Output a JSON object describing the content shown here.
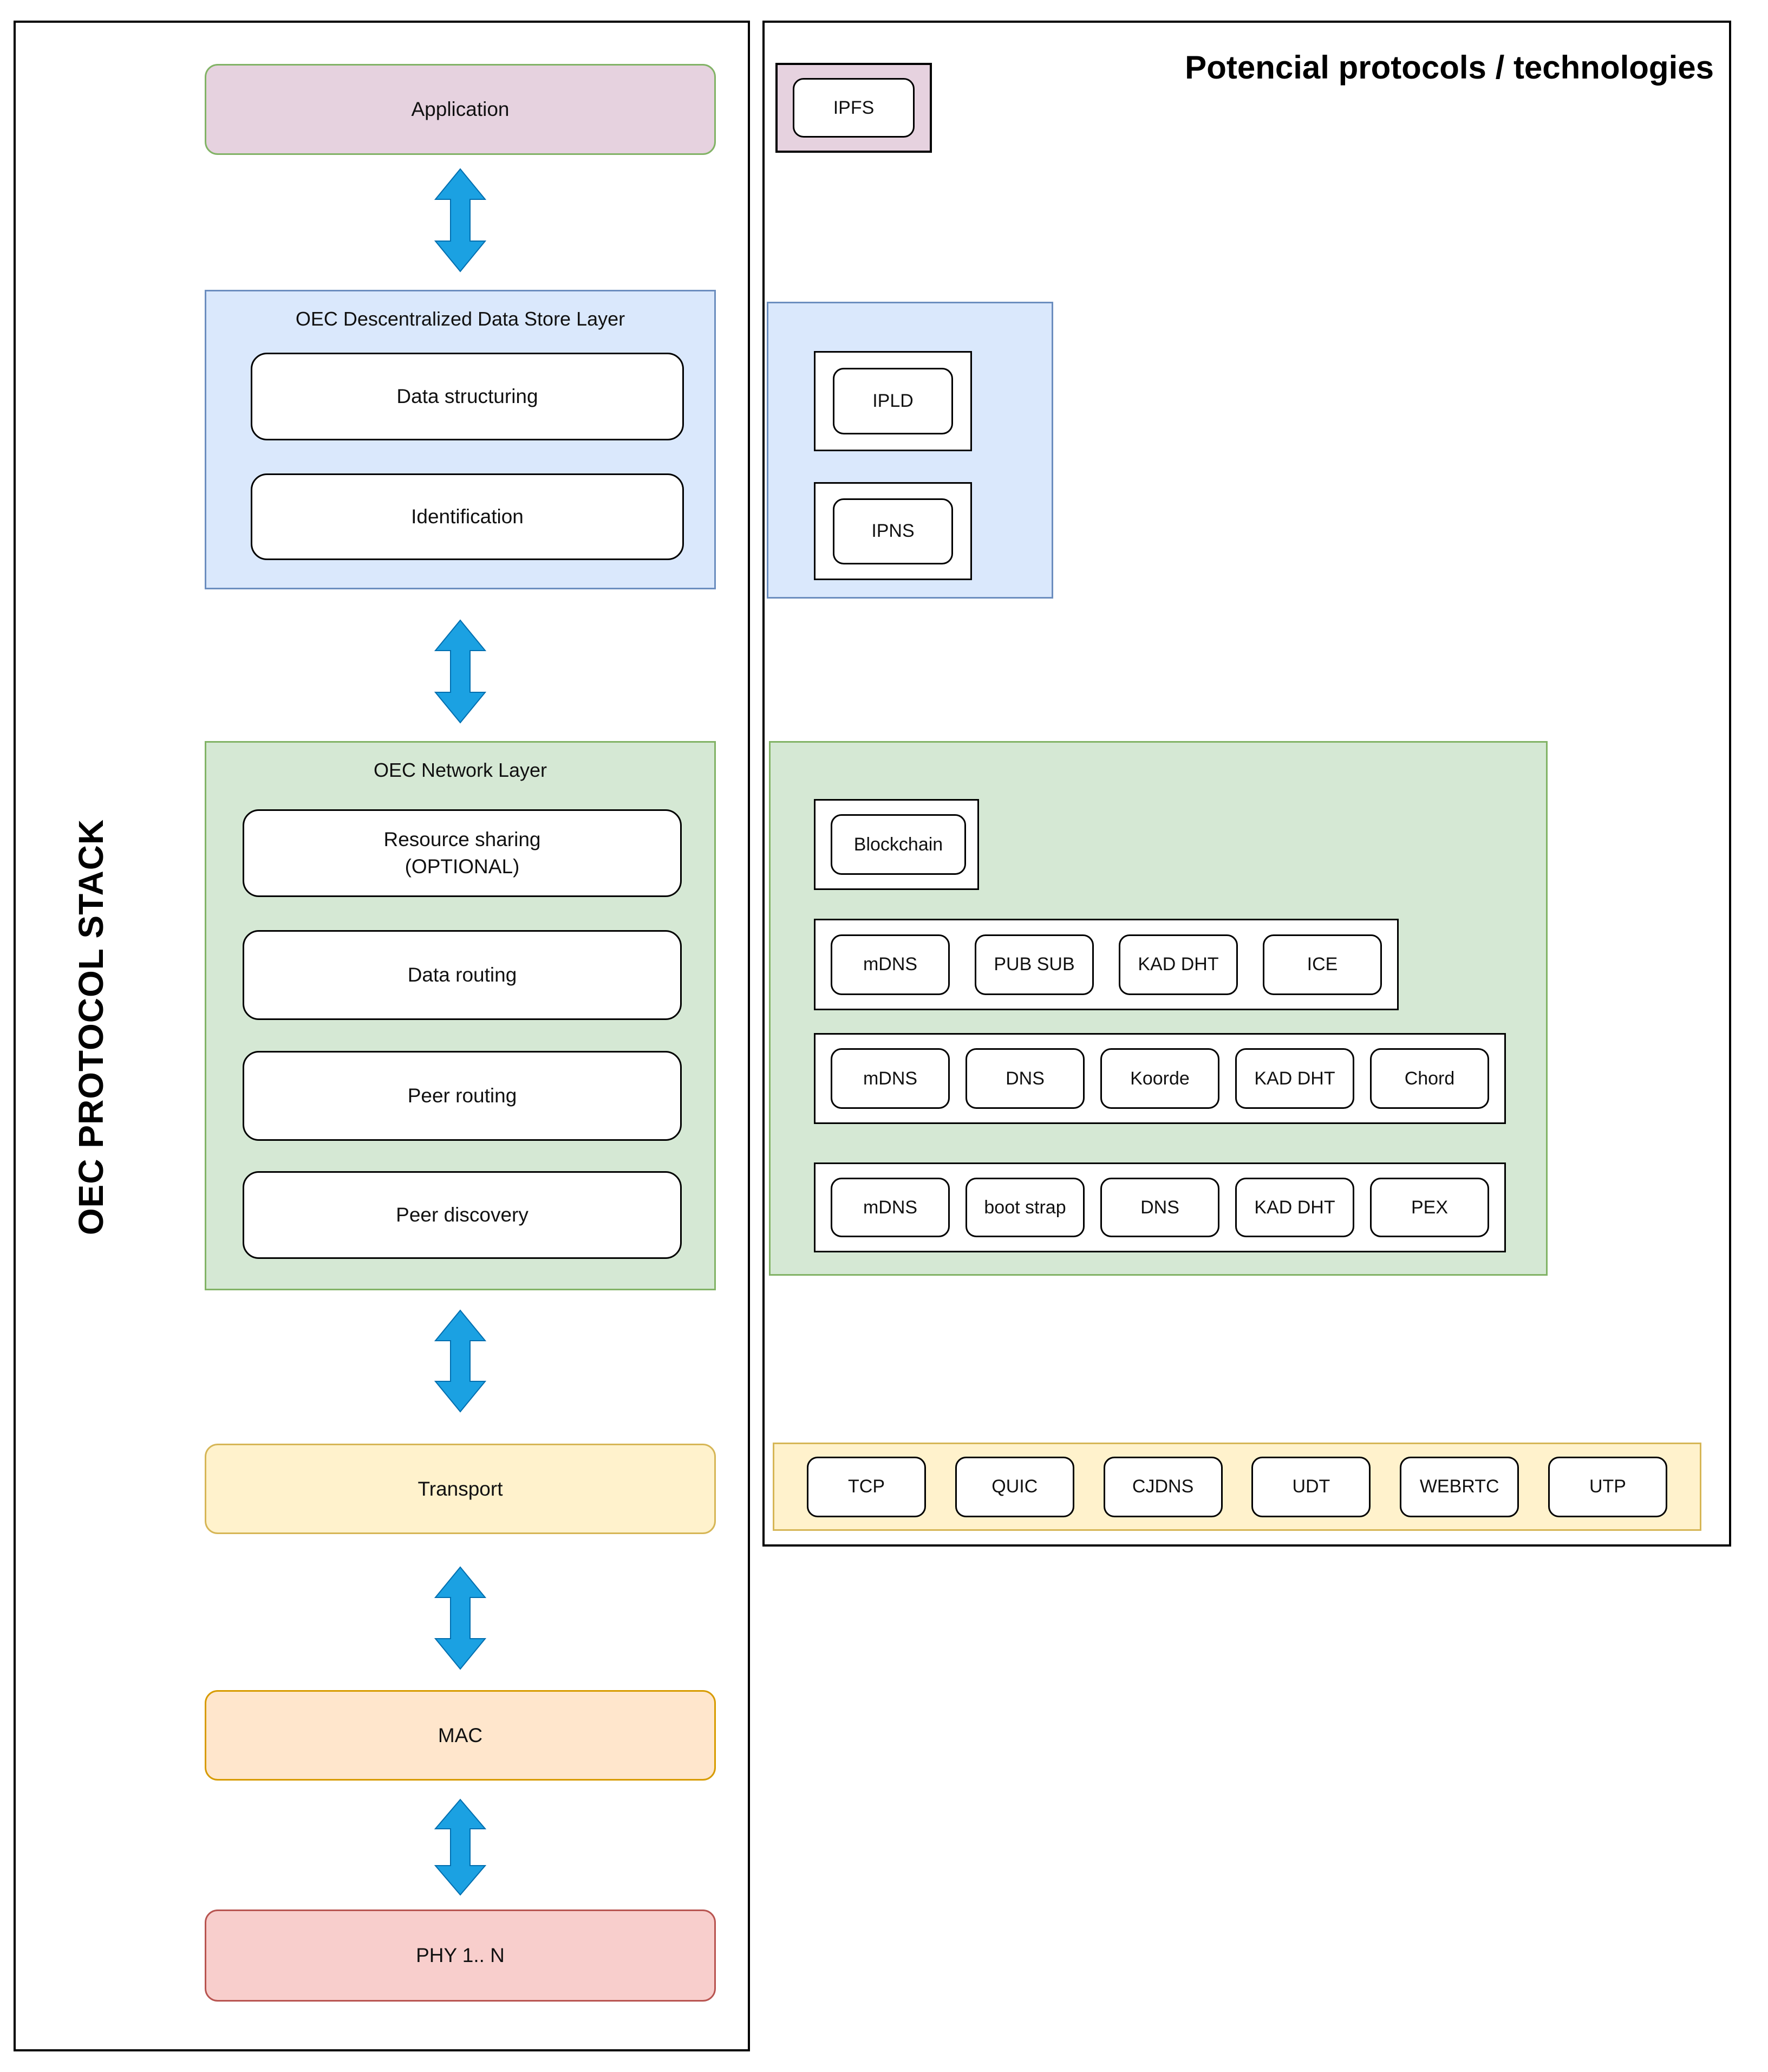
{
  "left_panel": {
    "vertical_label": "OEC PROTOCOL STACK",
    "application_label": "Application",
    "data_store": {
      "title": "OEC Descentralized Data Store Layer",
      "boxes": [
        "Data structuring",
        "Identification"
      ]
    },
    "network": {
      "title": "OEC Network Layer",
      "boxes": [
        "Resource sharing\n(OPTIONAL)",
        "Data routing",
        "Peer routing",
        "Peer discovery"
      ]
    },
    "transport_label": "Transport",
    "mac_label": "MAC",
    "phy_label": "PHY 1.. N"
  },
  "right_panel": {
    "title": "Potencial protocols / technologies",
    "application_group": {
      "chips": [
        "IPFS"
      ]
    },
    "data_store_group": {
      "chips": [
        "IPLD",
        "IPNS"
      ]
    },
    "network_group": {
      "blockchain_chips": [
        "Blockchain"
      ],
      "row1_chips": [
        "mDNS",
        "PUB SUB",
        "KAD DHT",
        "ICE"
      ],
      "row2_chips": [
        "mDNS",
        "DNS",
        "Koorde",
        "KAD DHT",
        "Chord"
      ],
      "row3_chips": [
        "mDNS",
        "boot strap",
        "DNS",
        "KAD DHT",
        "PEX"
      ]
    },
    "transport_group": {
      "chips": [
        "TCP",
        "QUIC",
        "CJDNS",
        "UDT",
        "WEBRTC",
        "UTP"
      ]
    }
  },
  "colors": {
    "application_fill": "#e6d2df",
    "application_border": "#82b366",
    "data_store_fill": "#dae8fc",
    "data_store_border": "#6c8ebf",
    "network_fill": "#d5e8d4",
    "network_border": "#82b366",
    "transport_fill": "#fff2cc",
    "transport_border": "#d6b656",
    "mac_fill": "#ffe6cc",
    "mac_border": "#d79b00",
    "phy_fill": "#f8cecc",
    "phy_border": "#b85450",
    "arrow_fill": "#1ba1e2",
    "arrow_stroke": "#006eaf"
  }
}
